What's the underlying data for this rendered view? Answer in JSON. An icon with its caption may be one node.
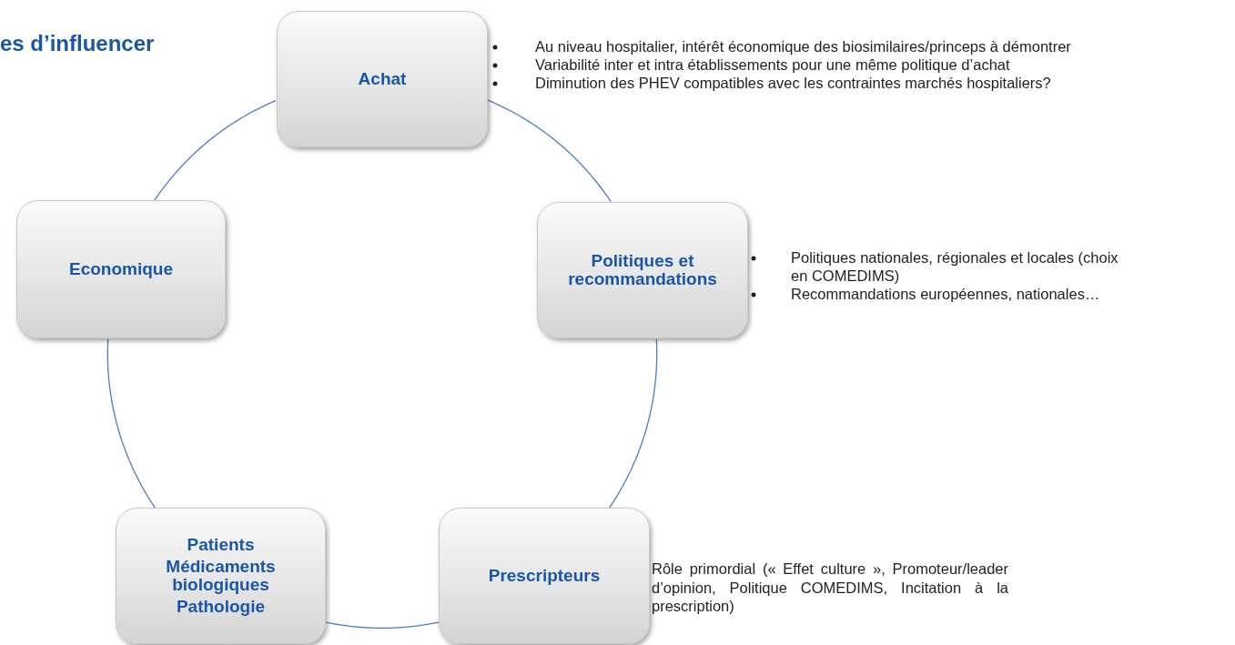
{
  "diagram": {
    "title": "es d’influencer",
    "nodes": [
      {
        "text": [
          "Achat"
        ],
        "beside": [
          "Au niveau hospitalier, intérêt économique des biosimilaires/princeps à démontrer",
          "Variabilité inter et intra établissements pour une même politique d’achat",
          "Diminution des PHEV compatibles avec les contraintes marchés hospitaliers?"
        ]
      },
      {
        "text": [
          "Economique"
        ]
      },
      {
        "text": [
          "Politiques et recommandations"
        ],
        "beside": [
          "Politiques nationales, régionales et locales (choix en COMEDIMS)",
          "Recommandations européennes, nationales…"
        ]
      },
      {
        "text": [
          "Patients",
          "Médicaments biologiques",
          "Pathologie"
        ]
      },
      {
        "text": [
          "Prescripteurs"
        ],
        "beside": [
          "Rôle primordial (« Effet culture », Promoteur/leader d’opinion, Politique COMEDIMS, Incitation à la prescription)"
        ]
      }
    ],
    "edges": [
      {
        "from": 0,
        "to": 2,
        "arrow": "none"
      },
      {
        "from": 2,
        "to": 4,
        "arrow": "none"
      },
      {
        "from": 4,
        "to": 3,
        "arrow": "none"
      },
      {
        "from": 3,
        "to": 1,
        "arrow": "none"
      },
      {
        "from": 1,
        "to": 0,
        "arrow": "none"
      }
    ]
  }
}
